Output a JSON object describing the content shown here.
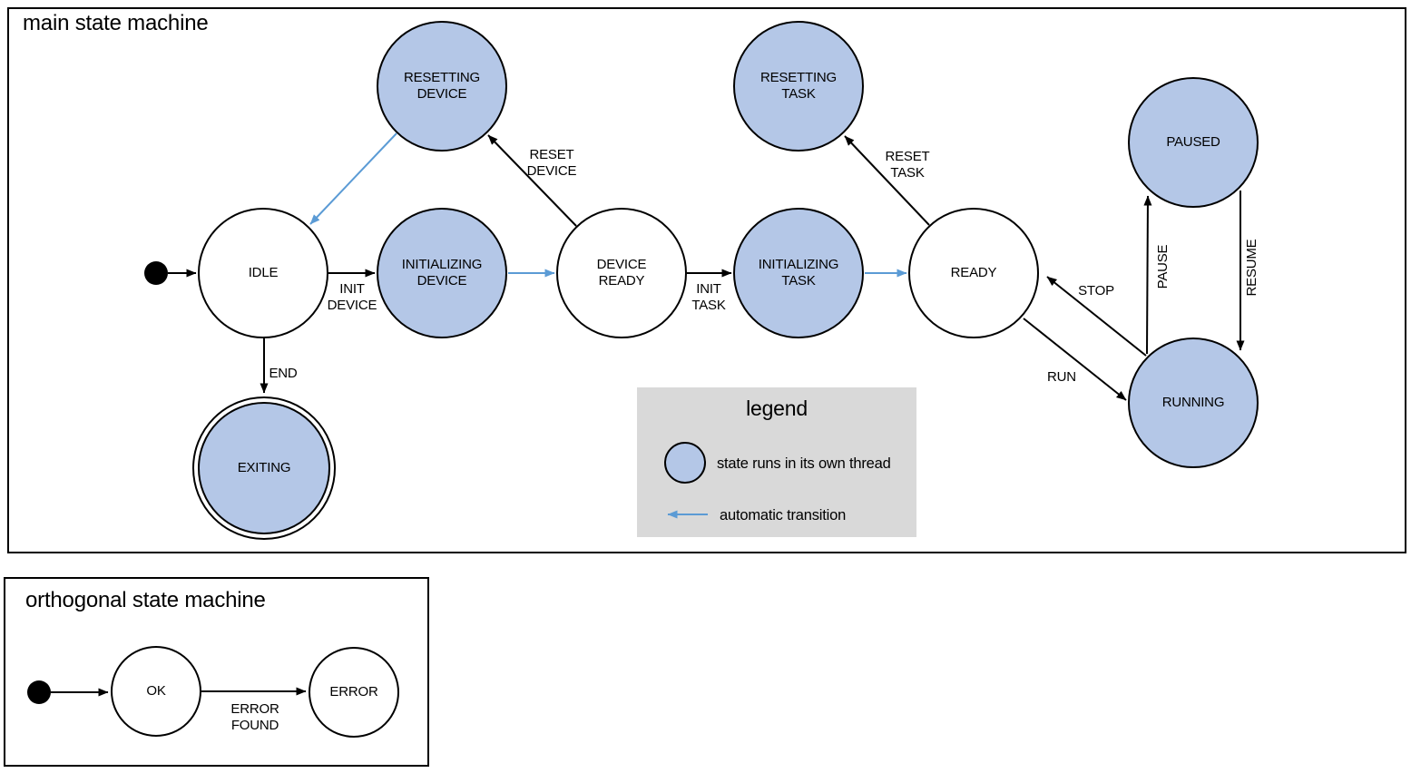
{
  "colors": {
    "thread_state_fill": "#b4c7e7",
    "automatic_transition": "#5b9bd5",
    "legend_background": "#d9d9d9",
    "stroke": "#000000"
  },
  "main_machine": {
    "title": "main state machine",
    "states": {
      "idle": "IDLE",
      "resetting_device": "RESETTING\nDEVICE",
      "initializing_device": "INITIALIZING\nDEVICE",
      "device_ready": "DEVICE\nREADY",
      "resetting_task": "RESETTING\nTASK",
      "initializing_task": "INITIALIZING\nTASK",
      "ready": "READY",
      "paused": "PAUSED",
      "running": "RUNNING",
      "exiting": "EXITING"
    },
    "transitions": {
      "init_device": "INIT\nDEVICE",
      "reset_device": "RESET\nDEVICE",
      "init_task": "INIT\nTASK",
      "reset_task": "RESET\nTASK",
      "end": "END",
      "stop": "STOP",
      "run": "RUN",
      "pause": "PAUSE",
      "resume": "RESUME"
    }
  },
  "legend": {
    "title": "legend",
    "thread_label": "state runs in its own thread",
    "auto_label": "automatic transition"
  },
  "orthogonal_machine": {
    "title": "orthogonal state machine",
    "states": {
      "ok": "OK",
      "error": "ERROR"
    },
    "transitions": {
      "error_found": "ERROR\nFOUND"
    }
  }
}
